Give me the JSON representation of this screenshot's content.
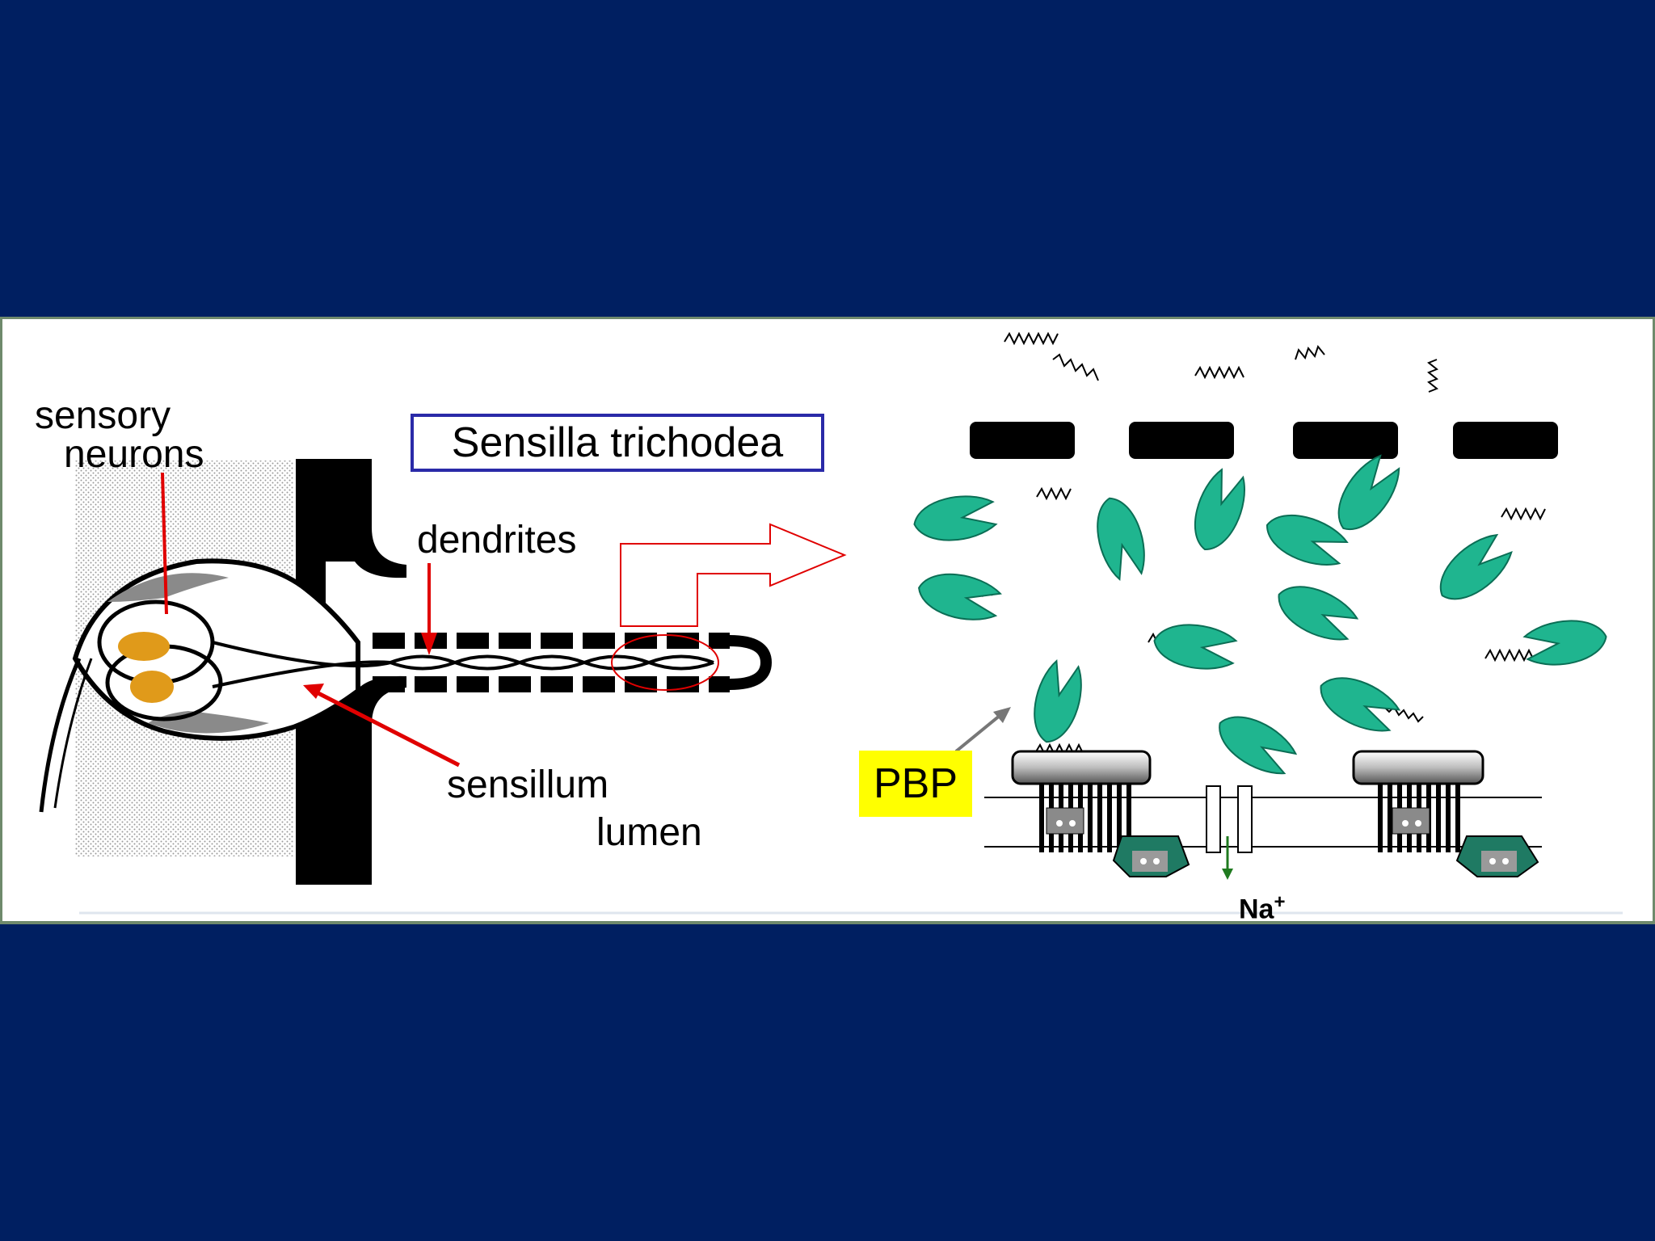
{
  "diagram": {
    "title": "Sensilla trichodea",
    "labels": {
      "sensory": "sensory",
      "neurons": "neurons",
      "dendrites": "dendrites",
      "sensillum": "sensillum",
      "lumen": "lumen",
      "pbp": "PBP",
      "ion": "Na",
      "ion_charge": "+"
    },
    "colors": {
      "background": "#001f61",
      "panel": "#ffffff",
      "protein": "#1fb58f",
      "nucleus": "#e09a1a",
      "annotation": "#e00000",
      "title_border": "#2a2aa8",
      "highlight": "#ffff00",
      "ion_arrow": "#1f7a1f"
    }
  }
}
